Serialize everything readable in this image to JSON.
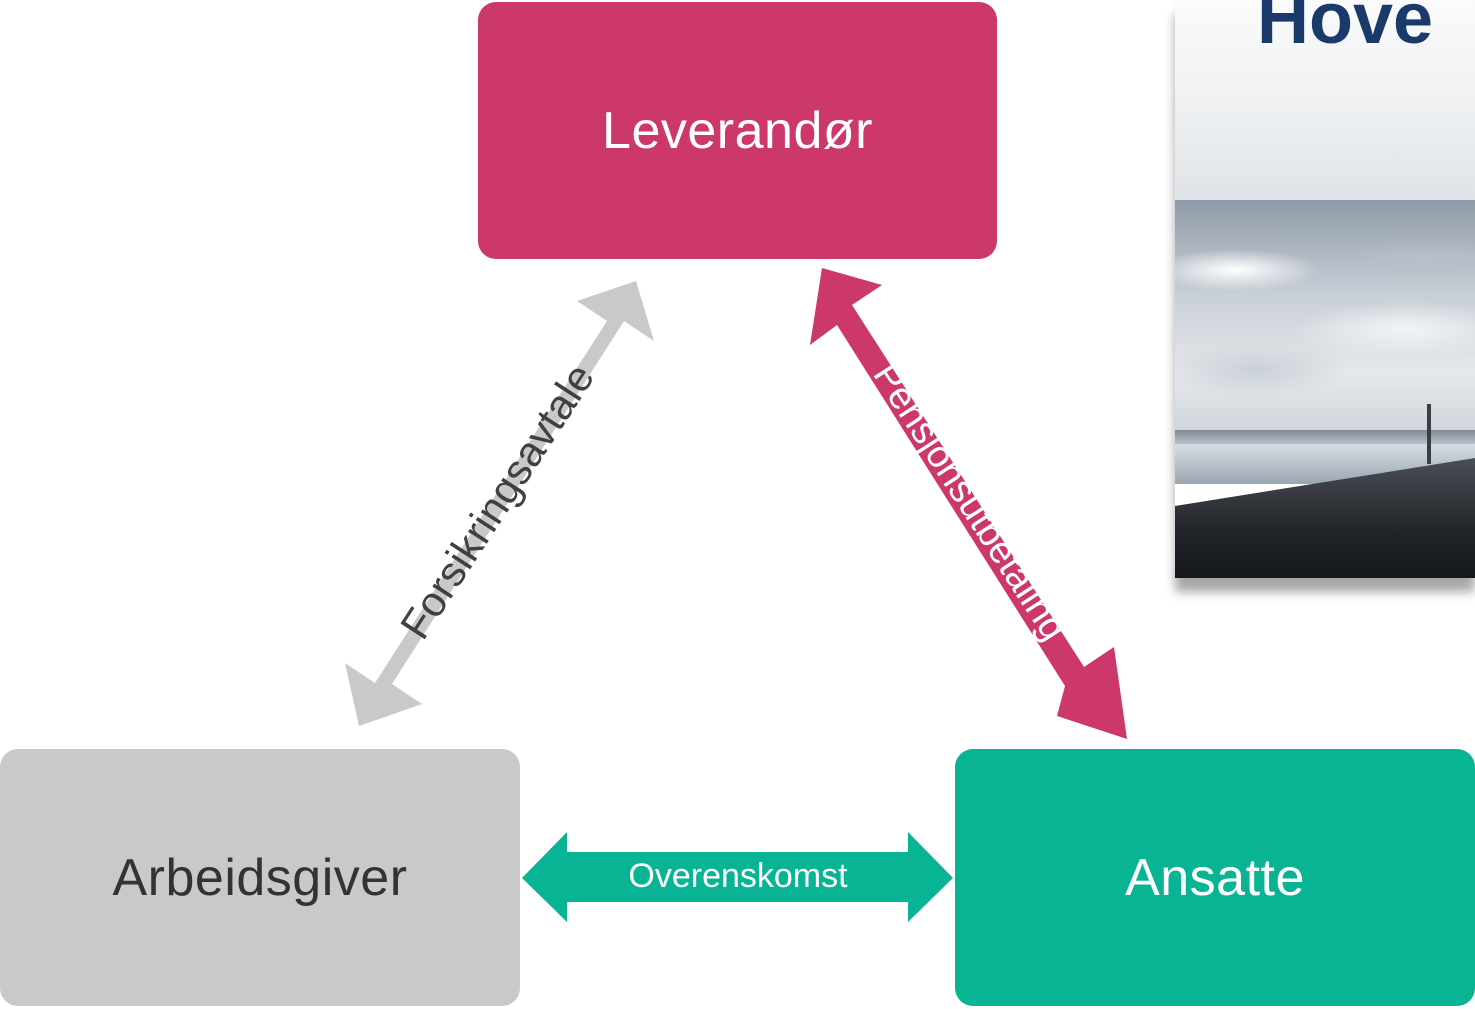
{
  "nodes": {
    "leverandor": {
      "label": "Leverandør",
      "color": "#cc376c",
      "text_color": "#ffffff"
    },
    "arbeidsgiver": {
      "label": "Arbeidsgiver",
      "color": "#c8c9c8",
      "text_color": "#333333"
    },
    "ansatte": {
      "label": "Ansatte",
      "color": "#08b494",
      "text_color": "#ffffff"
    }
  },
  "edges": {
    "forsikringsavtale": {
      "label": "Forsikringsavtale",
      "color": "#c8c9c8",
      "text_color": "#404040"
    },
    "pensjonsutbetaling": {
      "label": "Pensjonsutbetaling",
      "color": "#cc376c",
      "text_color": "#ffffff"
    },
    "overenskomst": {
      "label": "Overenskomst",
      "color": "#08b494",
      "text_color": "#ffffff"
    }
  },
  "photo": {
    "title_fragment": "Hove"
  }
}
